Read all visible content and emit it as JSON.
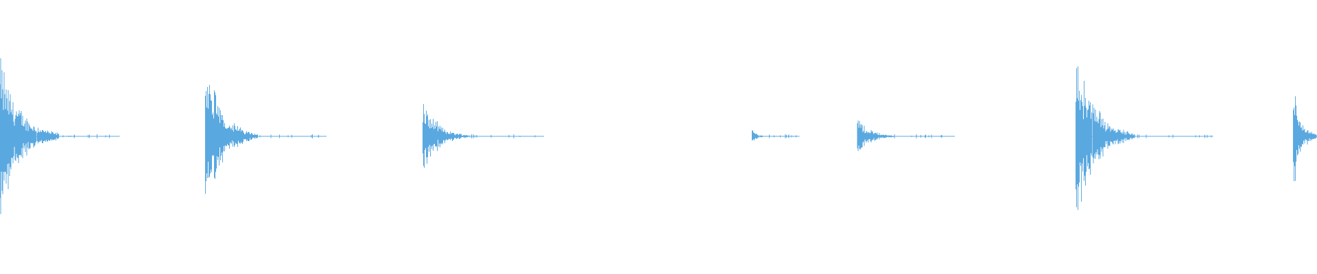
{
  "waveform": {
    "color": "#5aa8e0",
    "background": "#ffffff",
    "events": [
      {
        "onset": 0.0,
        "peak": 0.85,
        "decay": 0.045,
        "tail": 0.046
      },
      {
        "onset": 0.156,
        "peak": 0.79,
        "decay": 0.04,
        "tail": 0.052
      },
      {
        "onset": 0.321,
        "peak": 0.38,
        "decay": 0.035,
        "tail": 0.057
      },
      {
        "onset": 0.571,
        "peak": 0.08,
        "decay": 0.012,
        "tail": 0.024
      },
      {
        "onset": 0.651,
        "peak": 0.22,
        "decay": 0.028,
        "tail": 0.046
      },
      {
        "onset": 0.817,
        "peak": 0.91,
        "decay": 0.045,
        "tail": 0.059
      },
      {
        "onset": 0.982,
        "peak": 0.55,
        "decay": 0.018,
        "tail": 0.018
      }
    ]
  }
}
